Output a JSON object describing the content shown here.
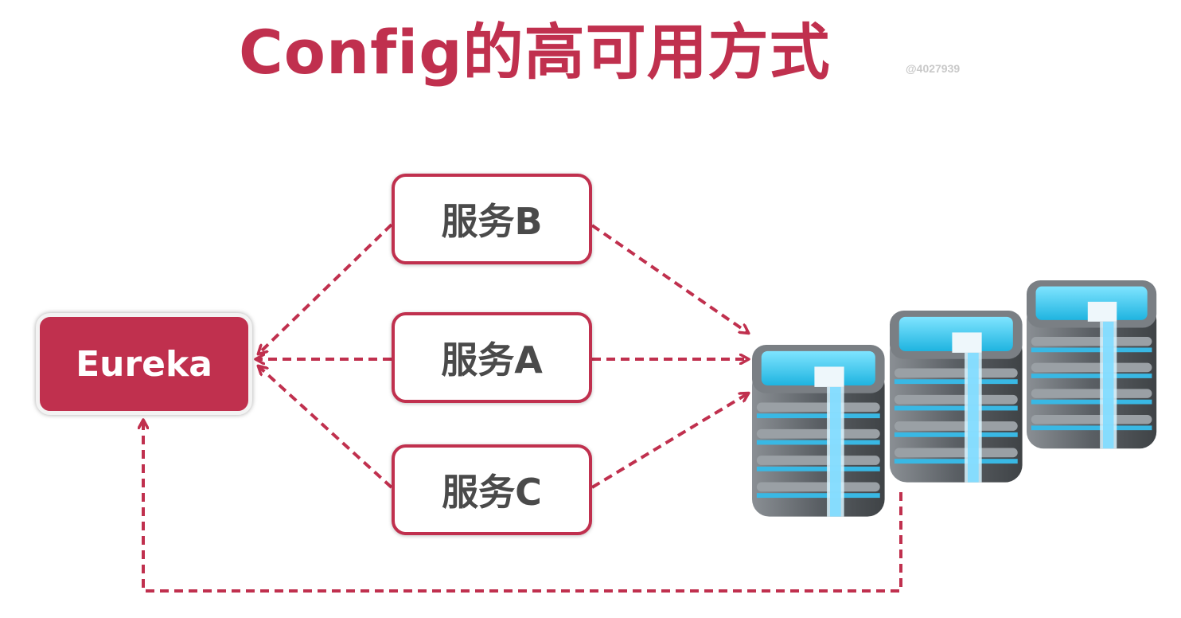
{
  "title": "Config的高可用方式",
  "watermark": "@4027939",
  "nodes": {
    "eureka": "Eureka",
    "service_b": "服务B",
    "service_a": "服务A",
    "service_c": "服务C"
  },
  "servers": {
    "count": 3,
    "icon": "server-stack-icon"
  },
  "colors": {
    "accent": "#c0304e",
    "node_text": "#4a4a4a",
    "server_top": "#3fc8ec",
    "server_body": "#6a6f74"
  }
}
